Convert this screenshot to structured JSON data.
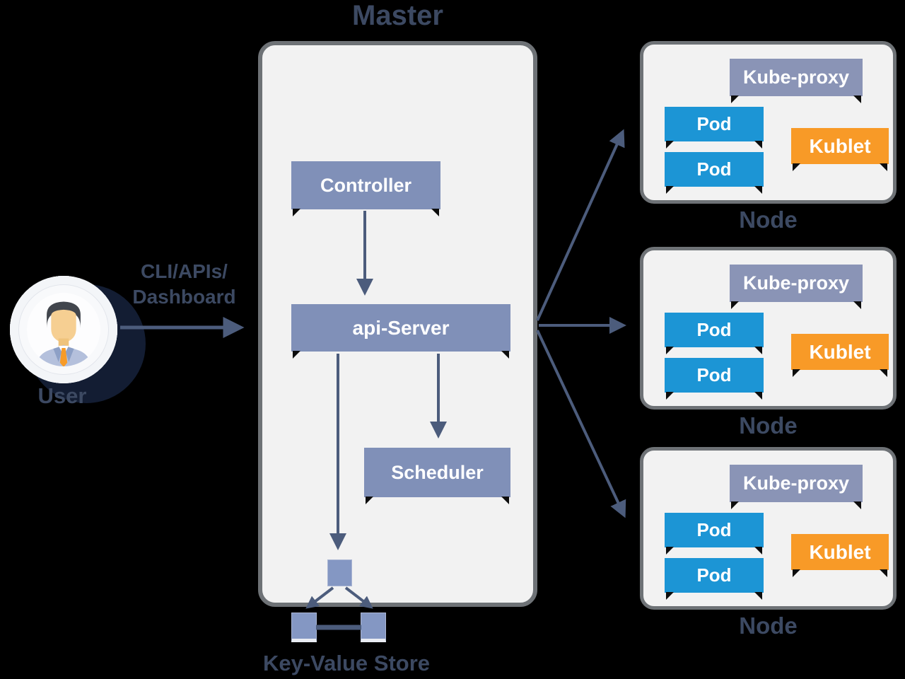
{
  "master": {
    "title": "Master",
    "controller": "Controller",
    "api_server": "api-Server",
    "scheduler": "Scheduler",
    "kv_store_label": "Key-Value Store"
  },
  "user": {
    "label": "User",
    "connection_label_line1": "CLI/APIs/",
    "connection_label_line2": "Dashboard"
  },
  "nodes": [
    {
      "label": "Node",
      "kube_proxy": "Kube-proxy",
      "pods": [
        "Pod",
        "Pod"
      ],
      "kublet": "Kublet"
    },
    {
      "label": "Node",
      "kube_proxy": "Kube-proxy",
      "pods": [
        "Pod",
        "Pod"
      ],
      "kublet": "Kublet"
    },
    {
      "label": "Node",
      "kube_proxy": "Kube-proxy",
      "pods": [
        "Pod",
        "Pod"
      ],
      "kublet": "Kublet"
    }
  ],
  "colors": {
    "canvas-bg": "#000000",
    "panel-fill": "#f2f2f2",
    "panel-border": "#6e7276",
    "steel-box": "#8090b8",
    "kube-proxy-box": "#8a94b6",
    "pod-box": "#1c95d5",
    "kublet-box": "#f89a27",
    "arrow": "#4c5c7c",
    "outside-label": "#3c4962",
    "kv-square": "#8497c3"
  }
}
